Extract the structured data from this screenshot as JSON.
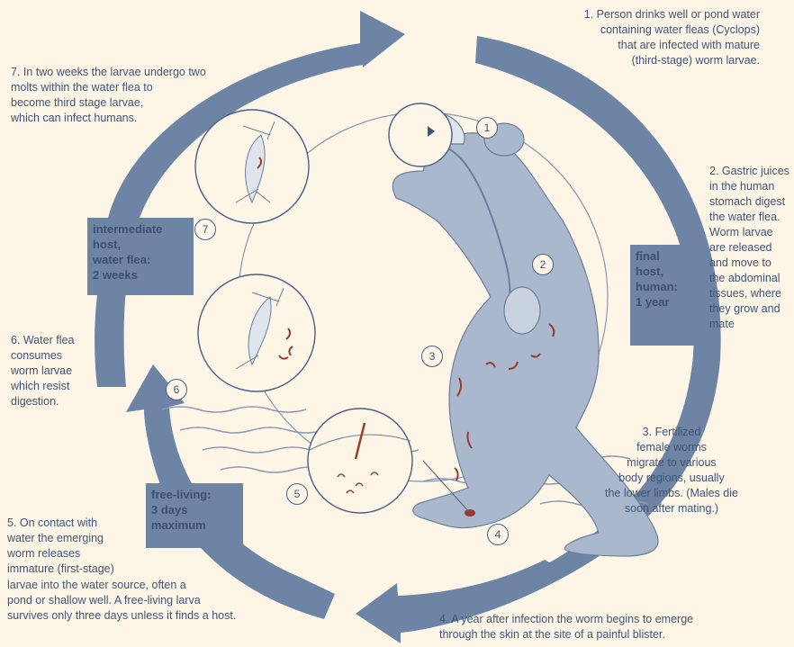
{
  "stages": {
    "s1": {
      "num": "1",
      "text": "1. Person drinks well or pond water\ncontaining water fleas (Cyclops)\nthat are infected with mature\n(third-stage) worm larvae."
    },
    "s2": {
      "num": "2",
      "text": "2. Gastric juices\nin the human\nstomach digest\nthe water flea.\nWorm larvae\nare released\nand move to\nthe abdominal\ntissues, where\nthey grow and\nmate"
    },
    "s3": {
      "num": "3",
      "text": "3. Fertilized\nfemale worms\nmigrate to various\nbody regions, usually\nthe lower limbs. (Males die\nsoon after mating.)"
    },
    "s4": {
      "num": "4",
      "text": "4. A year after infection the worm begins to emerge\nthrough the skin at the site of a painful blister."
    },
    "s5": {
      "num": "5",
      "text_a": "5. On contact with\nwater the emerging\nworm releases\nimmature (first-stage)",
      "text_b": "larvae into the water source, often a\npond or shallow well. A free-living larva\nsurvives only three days unless it finds a host."
    },
    "s6": {
      "num": "6",
      "text": "6. Water flea\nconsumes\nworm larvae\nwhich resist\ndigestion."
    },
    "s7": {
      "num": "7",
      "text": "7. In two weeks the larvae undergo two\nmolts within the water flea to\nbecome third stage larvae,\nwhich can infect humans."
    }
  },
  "phases": {
    "final_host": "final\nhost,\nhuman:\n1 year",
    "intermediate_host": "intermediate\nhost,\nwater flea:\n2 weeks",
    "free_living": "free-living:\n3 days\nmaximum"
  },
  "colors": {
    "background": "#fdf6e6",
    "arrow": "#6d84a5",
    "text": "#3f5478",
    "figure": "#a9b8cd",
    "worm": "#9a3a2e"
  }
}
